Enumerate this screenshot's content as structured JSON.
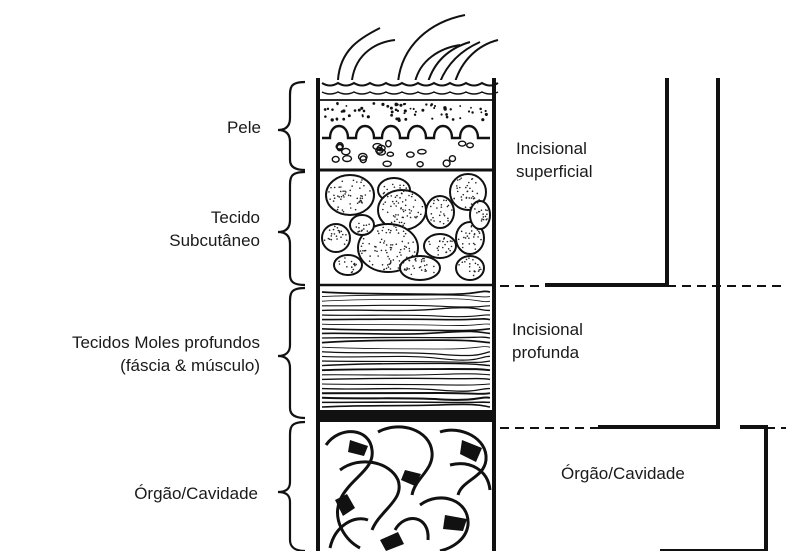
{
  "left_labels": {
    "skin": "Pele",
    "subcutaneous_line1": "Tecido",
    "subcutaneous_line2": "Subcutâneo",
    "deep_soft_tissue_line1": "Tecidos Moles profundos",
    "deep_soft_tissue_line2": "(fáscia & músculo)",
    "organ_space": "Órgão/Cavidade"
  },
  "right_labels": {
    "superficial_line1": "Incisional",
    "superficial_line2": "superficial",
    "deep_line1": "Incisional",
    "deep_line2": "profunda",
    "organ_space": "Órgão/Cavidade"
  }
}
